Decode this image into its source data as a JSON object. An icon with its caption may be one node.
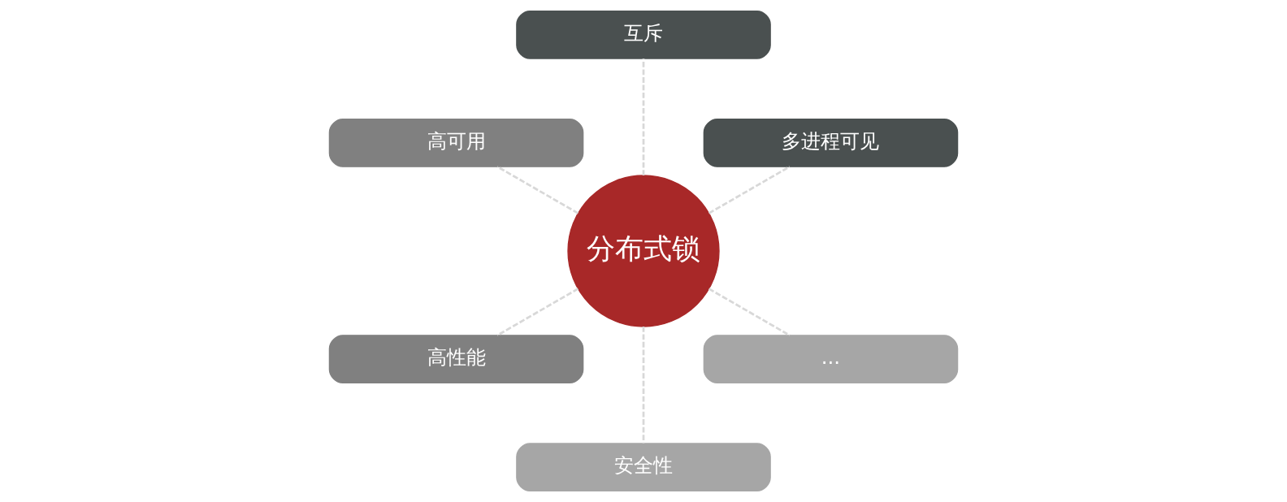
{
  "diagram": {
    "nodes": [
      {
        "text": [
          "分布式锁"
        ]
      },
      {
        "text": [
          "多进程可见"
        ]
      },
      {
        "text": [
          "互斥"
        ]
      },
      {
        "text": [
          "高可用"
        ]
      },
      {
        "text": [
          "高性能"
        ]
      },
      {
        "text": [
          "安全性"
        ]
      },
      {
        "text": [
          "..."
        ]
      }
    ],
    "edges": [
      {
        "from": 0,
        "to": 1,
        "arrow": "none",
        "style": "dashed"
      },
      {
        "from": 0,
        "to": 2,
        "arrow": "none",
        "style": "dashed"
      },
      {
        "from": 0,
        "to": 4,
        "arrow": "none",
        "style": "dashed"
      },
      {
        "from": 0,
        "to": 6,
        "arrow": "none",
        "style": "dashed"
      },
      {
        "from": 0,
        "to": 5,
        "arrow": "none",
        "style": "dashed"
      },
      {
        "from": 0,
        "to": 3,
        "arrow": "none",
        "style": "dashed"
      }
    ]
  }
}
